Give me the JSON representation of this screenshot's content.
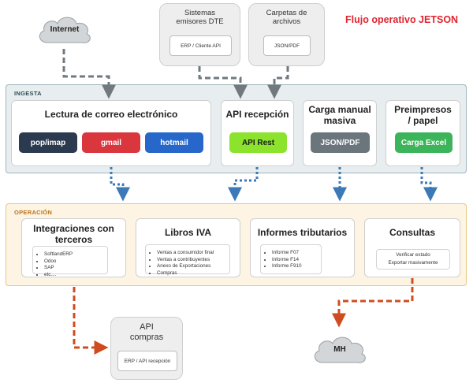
{
  "title": "Flujo operativo JETSON",
  "sources": {
    "internet": "Internet",
    "sistemas": {
      "title_line1": "Sistemas",
      "title_line2": "emisores DTE",
      "inner": "ERP / Cliente API"
    },
    "carpetas": {
      "title_line1": "Carpetas de",
      "title_line2": "archivos",
      "inner": "JSON/PDF"
    }
  },
  "ingesta": {
    "label": "INGESTA",
    "correo": {
      "title": "Lectura de correo electrónico",
      "buttons": [
        "pop/imap",
        "gmail",
        "hotmail"
      ]
    },
    "api": {
      "title": "API recepción",
      "button": "API Rest"
    },
    "manual": {
      "title_line1": "Carga manual",
      "title_line2": "masiva",
      "button": "JSON/PDF"
    },
    "preimpresos": {
      "title_line1": "Preimpresos",
      "title_line2": "/ papel",
      "button": "Carga Excel"
    }
  },
  "operacion": {
    "label": "OPERACIÓN",
    "integraciones": {
      "title_line1": "Integraciones con",
      "title_line2": "terceros",
      "items": [
        "SoftlandERP",
        "Odoo",
        "SAP",
        "etc...."
      ]
    },
    "libros": {
      "title": "Libros IVA",
      "items": [
        "Ventas a consumidor final",
        "Ventas a contribuyentes",
        "Anexo de Exportaciones",
        "Compras"
      ]
    },
    "informes": {
      "title": "Informes tributarios",
      "items": [
        "Informe F07",
        "Informe F14",
        "Informe F910"
      ]
    },
    "consultas": {
      "title": "Consultas",
      "items": [
        "Verificar estado",
        "Exportar masivamente"
      ]
    }
  },
  "api_compras": {
    "title_line1": "API",
    "title_line2": "compras",
    "inner": "ERP / API recepción"
  },
  "mh": "MH",
  "colors": {
    "pop_imap": "#2b3a4f",
    "gmail": "#d9363e",
    "hotmail": "#2767c9",
    "api_rest": "#8be32d",
    "json_pdf": "#6b757c",
    "carga_excel": "#3cb45a",
    "arrow_gray": "#707a7e",
    "arrow_blue": "#3b79b7",
    "arrow_orange": "#cf4c21"
  }
}
